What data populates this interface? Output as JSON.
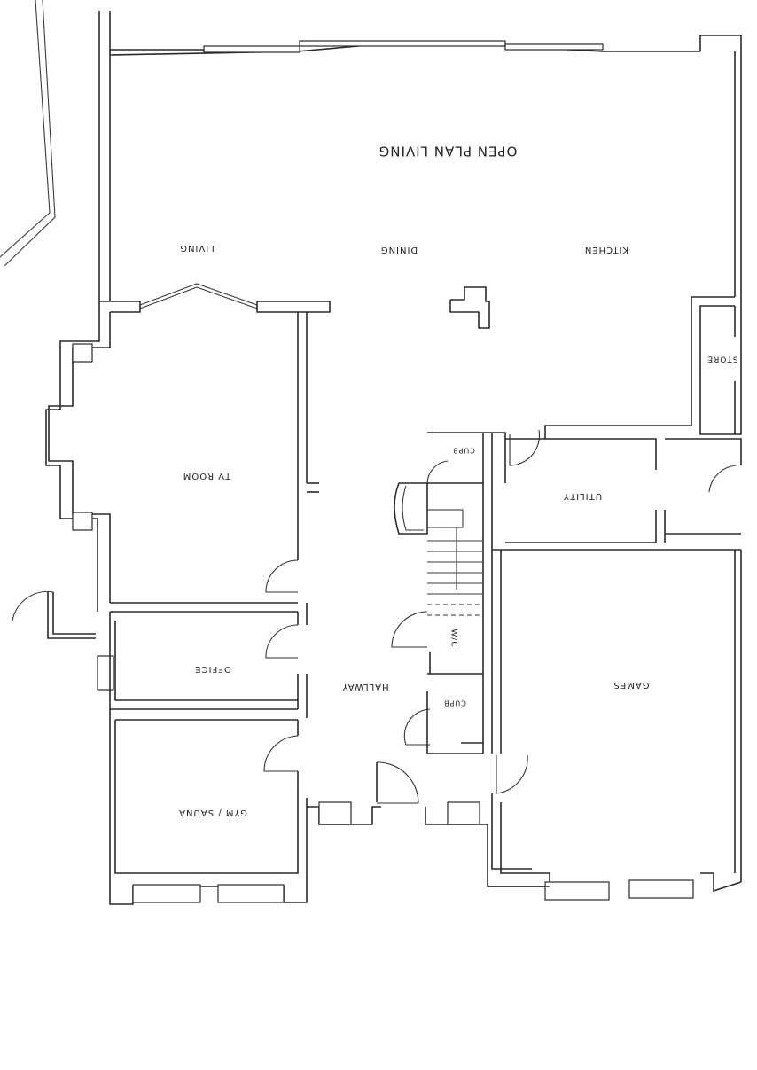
{
  "rooms": {
    "open_plan_living": "OPEN PLAN LIVING",
    "living": "LIVING",
    "dining": "DINING",
    "kitchen": "KITCHEN",
    "store": "STORE",
    "cupb_upper": "CUPB",
    "tv_room": "TV ROOM",
    "utility": "UTILITY",
    "wc": "W/C",
    "office": "OFFICE",
    "hallway": "HALLWAY",
    "cupb_lower": "CUPB",
    "games": "GAMES",
    "gym_sauna": "GYM / SAUNA"
  },
  "colors": {
    "ink": "#2a2a2a",
    "paper": "#ffffff"
  }
}
